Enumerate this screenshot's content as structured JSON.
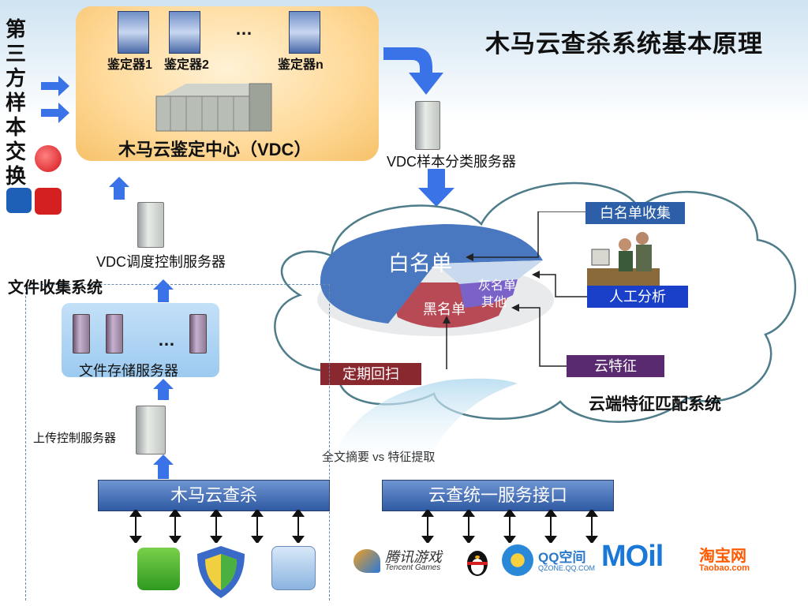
{
  "title": "木马云查杀系统基本原理",
  "third_party": "第三方样本交换",
  "vdc": {
    "center_label": "木马云鉴定中心（VDC）",
    "appraisers": [
      "鉴定器1",
      "鉴定器2",
      "…",
      "鉴定器n"
    ]
  },
  "servers": {
    "classifier": "VDC样本分类服务器",
    "dispatch": "VDC调度控制服务器",
    "storage": "文件存储服务器",
    "storage_dots": "…",
    "upload": "上传控制服务器"
  },
  "file_collection": "文件收集系统",
  "cloud": {
    "whitelist": "白名单",
    "blacklist": "黑名单",
    "gray": "灰名单",
    "other": "其他",
    "whitelist_collect": "白名单收集",
    "manual_analysis": "人工分析",
    "cloud_feature": "云特征",
    "periodic_rescan": "定期回扫",
    "matching_system": "云端特征匹配系统"
  },
  "extract_label": "全文摘要 vs 特征提取",
  "bars": {
    "left": "木马云查杀",
    "right": "云查统一服务接口"
  },
  "logos": {
    "tencent_games_cn": "腾讯游戏",
    "tencent_games_en": "Tencent Games",
    "qzone_cn": "QQ空间",
    "qzone_en": "QZONE.QQ.COM",
    "moil": "MOil",
    "taobao_cn": "淘宝网",
    "taobao_en": "Taobao.com"
  },
  "colors": {
    "arrow": "#3a73e8",
    "whitelist": "#4a78c0",
    "blacklist": "#b84a55",
    "gray": "#7a62c8",
    "tag_blue": "#2c5fa8",
    "tag_purple": "#5a2a70",
    "tag_red": "#8a2830"
  }
}
